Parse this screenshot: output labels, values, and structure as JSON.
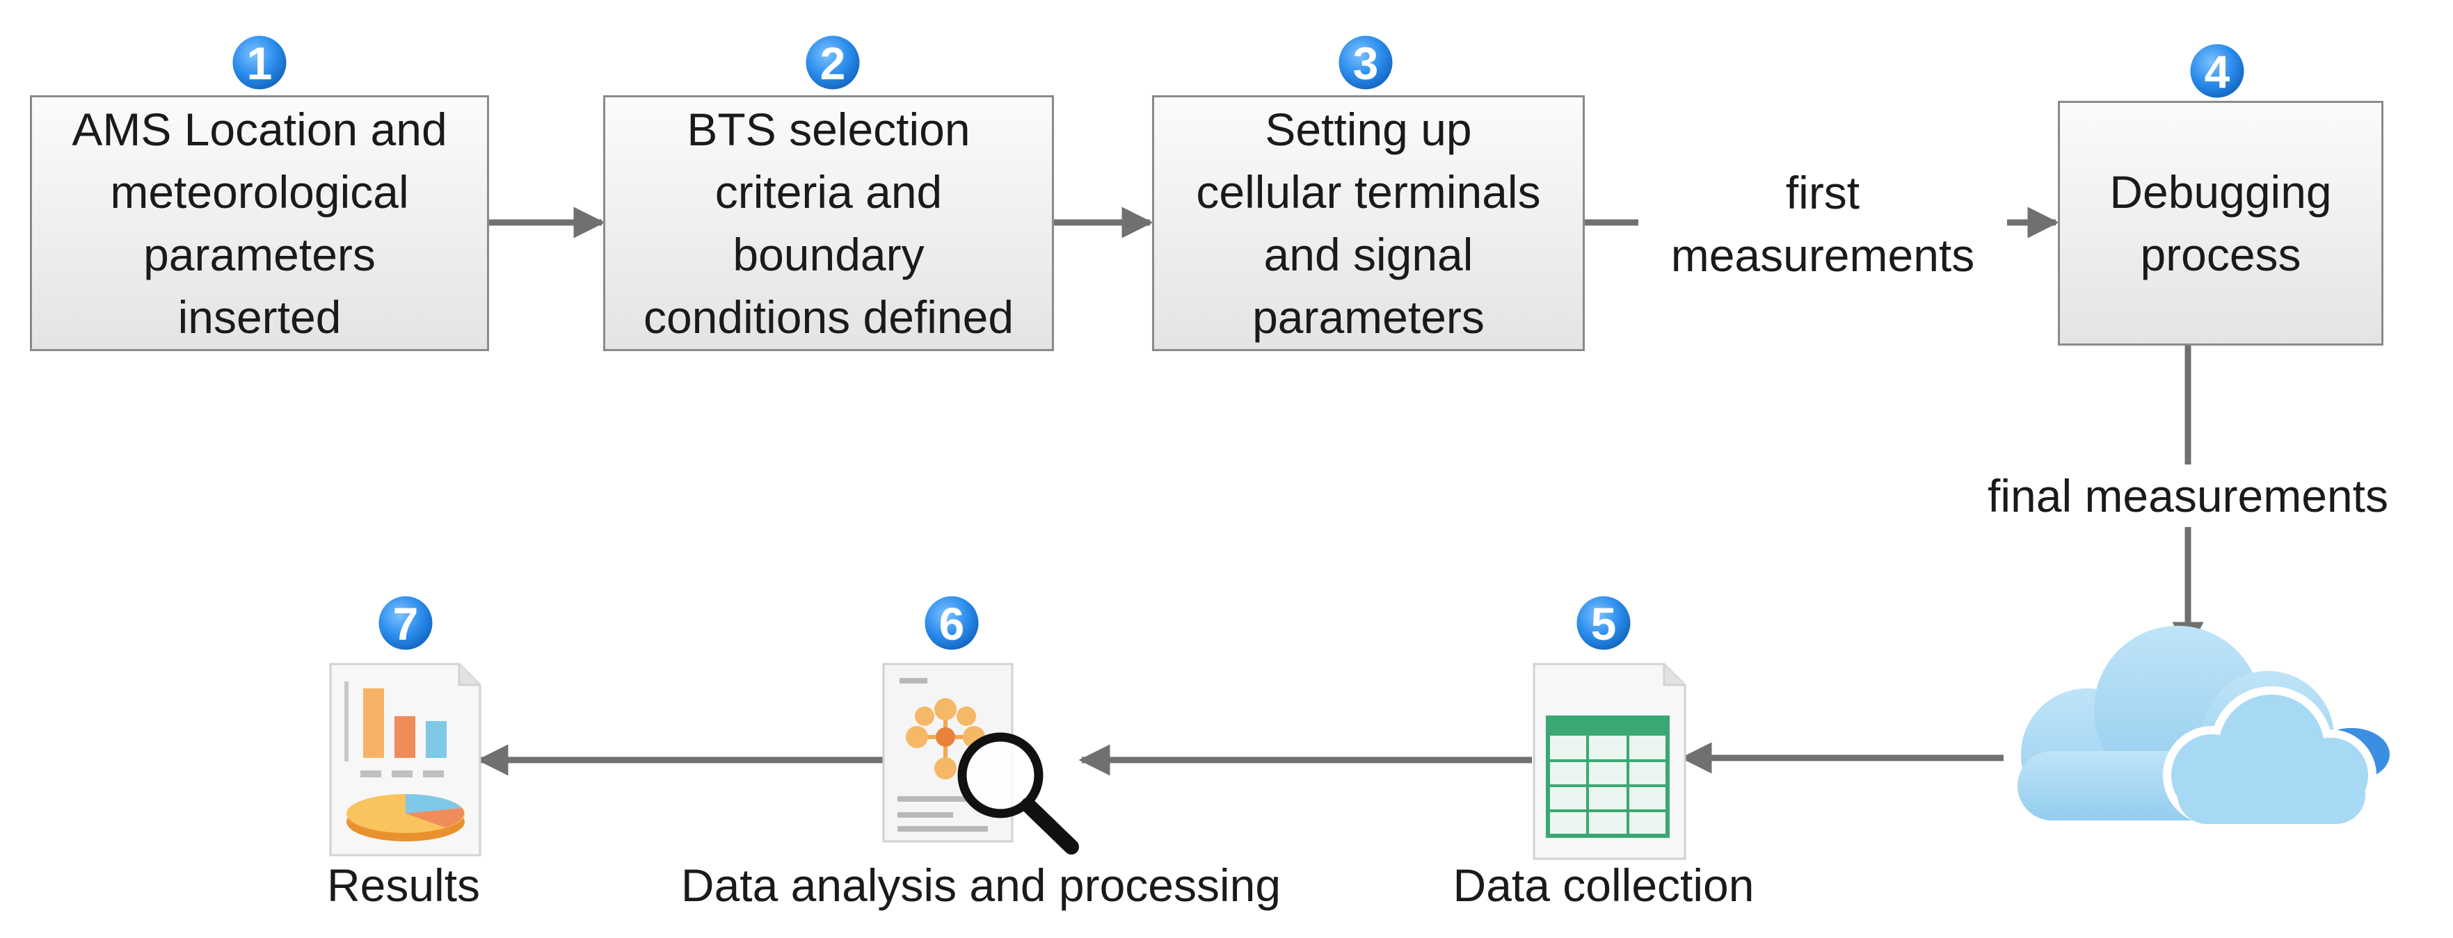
{
  "steps": [
    {
      "number": "1",
      "text": "AMS Location and\nmeteorological\nparameters\ninserted"
    },
    {
      "number": "2",
      "text": "BTS selection\ncriteria and\nboundary\nconditions defined"
    },
    {
      "number": "3",
      "text": "Setting up\ncellular terminals\nand signal\nparameters"
    },
    {
      "number": "4",
      "text": "Debugging\nprocess"
    }
  ],
  "edges": {
    "first": "first\nmeasurements",
    "final": "final measurements"
  },
  "bottom_steps": [
    {
      "number": "5",
      "label": "Data collection",
      "icon": "spreadsheet-icon"
    },
    {
      "number": "6",
      "label": "Data analysis and processing",
      "icon": "magnifier-document-icon"
    },
    {
      "number": "7",
      "label": "Results",
      "icon": "chart-report-icon"
    }
  ],
  "cloud": {
    "icon": "cloud-icon"
  },
  "colors": {
    "badge": "#1e7fe0",
    "arrow": "#707070",
    "cloud": "#a9d8f2",
    "sheet": "#3aa873"
  }
}
